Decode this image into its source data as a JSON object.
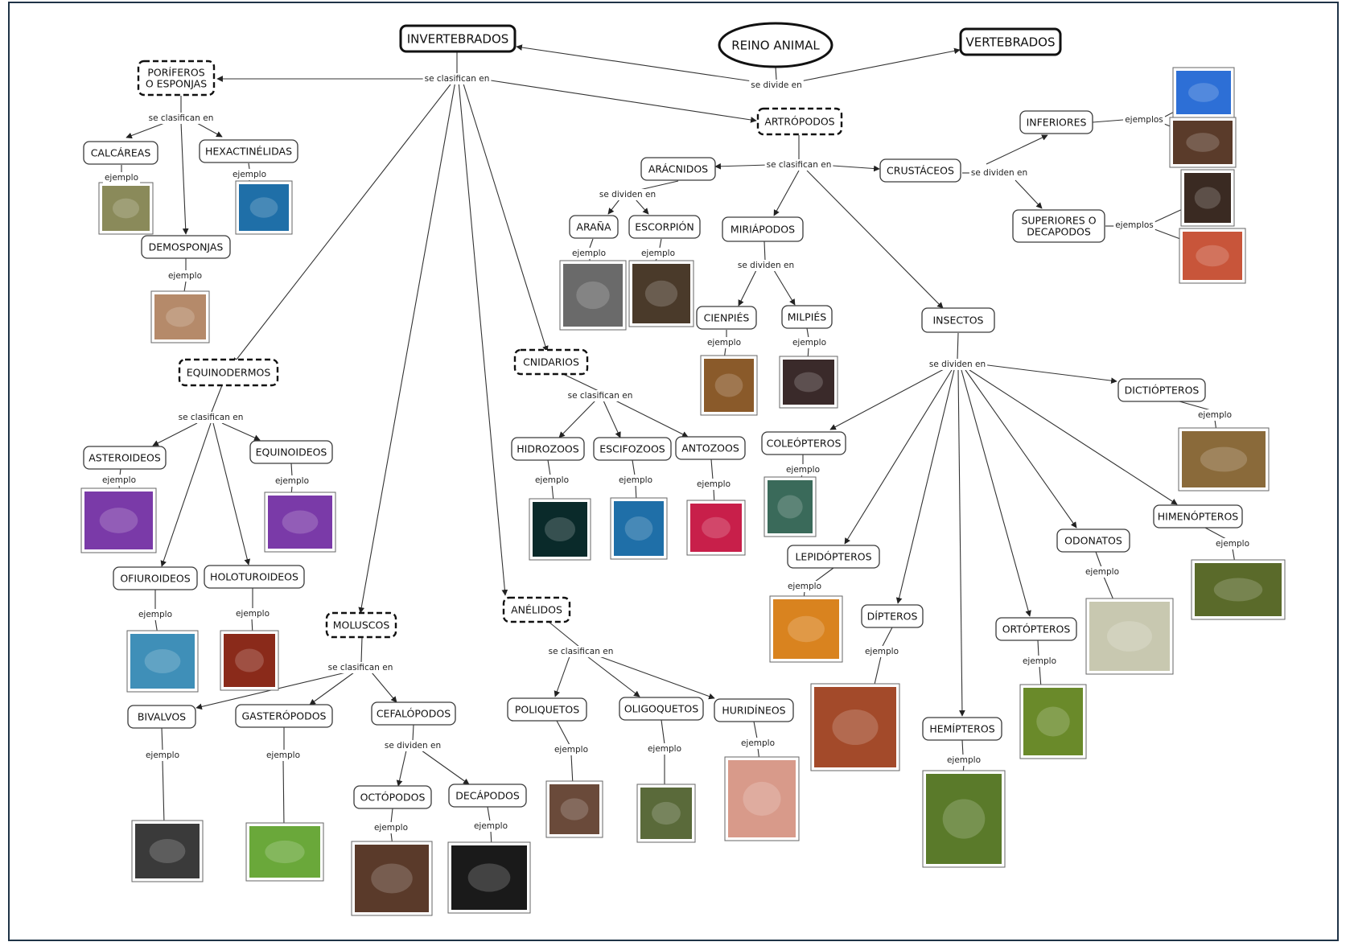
{
  "diagram": {
    "nodes": [
      {
        "id": "reino",
        "label": "REINO ANIMAL",
        "style": "ellipse"
      },
      {
        "id": "invert",
        "label": "INVERTEBRADOS",
        "style": "bold"
      },
      {
        "id": "vert",
        "label": "VERTEBRADOS",
        "style": "bold"
      },
      {
        "id": "porif",
        "label": "PORÍFEROS\nO ESPONJAS",
        "style": "dash"
      },
      {
        "id": "calc",
        "label": "CALCÁREAS",
        "style": "box"
      },
      {
        "id": "hexa",
        "label": "HEXACTINÉLIDAS",
        "style": "box"
      },
      {
        "id": "demo",
        "label": "DEMOSPONJAS",
        "style": "box"
      },
      {
        "id": "artro",
        "label": "ARTRÓPODOS",
        "style": "dash"
      },
      {
        "id": "arac",
        "label": "ARÁCNIDOS",
        "style": "box"
      },
      {
        "id": "crus",
        "label": "CRUSTÁCEOS",
        "style": "box"
      },
      {
        "id": "infer",
        "label": "INFERIORES",
        "style": "box"
      },
      {
        "id": "super",
        "label": "SUPERIORES O\nDECAPODOS",
        "style": "box"
      },
      {
        "id": "arana",
        "label": "ARAÑA",
        "style": "box"
      },
      {
        "id": "escor",
        "label": "ESCORPIÓN",
        "style": "box"
      },
      {
        "id": "miria",
        "label": "MIRIÁPODOS",
        "style": "box"
      },
      {
        "id": "cien",
        "label": "CIENPIÉS",
        "style": "box"
      },
      {
        "id": "mil",
        "label": "MILPIÉS",
        "style": "box"
      },
      {
        "id": "insec",
        "label": "INSECTOS",
        "style": "box"
      },
      {
        "id": "dict",
        "label": "DICTIÓPTEROS",
        "style": "box"
      },
      {
        "id": "coleo",
        "label": "COLEÓPTEROS",
        "style": "box"
      },
      {
        "id": "lepi",
        "label": "LEPIDÓPTEROS",
        "style": "box"
      },
      {
        "id": "dipt",
        "label": "DÍPTEROS",
        "style": "box"
      },
      {
        "id": "hemi",
        "label": "HEMÍPTEROS",
        "style": "box"
      },
      {
        "id": "orto",
        "label": "ORTÓPTEROS",
        "style": "box"
      },
      {
        "id": "odon",
        "label": "ODONATOS",
        "style": "box"
      },
      {
        "id": "himen",
        "label": "HIMENÓPTEROS",
        "style": "box"
      },
      {
        "id": "equino",
        "label": "EQUINODERMOS",
        "style": "dash"
      },
      {
        "id": "aster",
        "label": "ASTEROIDEOS",
        "style": "box"
      },
      {
        "id": "equinoi",
        "label": "EQUINOIDEOS",
        "style": "box"
      },
      {
        "id": "ofiu",
        "label": "OFIUROIDEOS",
        "style": "box"
      },
      {
        "id": "holo",
        "label": "HOLOTUROIDEOS",
        "style": "box"
      },
      {
        "id": "cnid",
        "label": "CNIDARIOS",
        "style": "dash"
      },
      {
        "id": "hidro",
        "label": "HIDROZOOS",
        "style": "box"
      },
      {
        "id": "escifo",
        "label": "ESCIFOZOOS",
        "style": "box"
      },
      {
        "id": "anto",
        "label": "ANTOZOOS",
        "style": "box"
      },
      {
        "id": "molus",
        "label": "MOLUSCOS",
        "style": "dash"
      },
      {
        "id": "bival",
        "label": "BIVALVOS",
        "style": "box"
      },
      {
        "id": "gaster",
        "label": "GASTERÓPODOS",
        "style": "box"
      },
      {
        "id": "cefal",
        "label": "CEFALÓPODOS",
        "style": "box"
      },
      {
        "id": "octo",
        "label": "OCTÓPODOS",
        "style": "box"
      },
      {
        "id": "decap",
        "label": "DECÁPODOS",
        "style": "box"
      },
      {
        "id": "aneli",
        "label": "ANÉLIDOS",
        "style": "dash"
      },
      {
        "id": "poli",
        "label": "POLIQUETOS",
        "style": "box"
      },
      {
        "id": "oligo",
        "label": "OLIGOQUETOS",
        "style": "box"
      },
      {
        "id": "huri",
        "label": "HURIDÍNEOS",
        "style": "box"
      }
    ],
    "link_labels": [
      {
        "id": "l_reino",
        "text": "se divide en"
      },
      {
        "id": "l_invert",
        "text": "se clasifican en"
      },
      {
        "id": "l_porif",
        "text": "se clasifican en"
      },
      {
        "id": "l_calc",
        "text": "ejemplo"
      },
      {
        "id": "l_hexa",
        "text": "ejemplo"
      },
      {
        "id": "l_demo",
        "text": "ejemplo"
      },
      {
        "id": "l_artro",
        "text": "se clasifican en"
      },
      {
        "id": "l_arac",
        "text": "se dividen en"
      },
      {
        "id": "l_crus",
        "text": "se dividen en"
      },
      {
        "id": "l_infer",
        "text": "ejemplos"
      },
      {
        "id": "l_super",
        "text": "ejemplos"
      },
      {
        "id": "l_arana",
        "text": "ejemplo"
      },
      {
        "id": "l_escor",
        "text": "ejemplo"
      },
      {
        "id": "l_miria",
        "text": "se dividen en"
      },
      {
        "id": "l_cien",
        "text": "ejemplo"
      },
      {
        "id": "l_mil",
        "text": "ejemplo"
      },
      {
        "id": "l_insec",
        "text": "se dividen en"
      },
      {
        "id": "l_dict",
        "text": "ejemplo"
      },
      {
        "id": "l_coleo",
        "text": "ejemplo"
      },
      {
        "id": "l_lepi",
        "text": "ejemplo"
      },
      {
        "id": "l_dipt",
        "text": "ejemplo"
      },
      {
        "id": "l_hemi",
        "text": "ejemplo"
      },
      {
        "id": "l_orto",
        "text": "ejemplo"
      },
      {
        "id": "l_odon",
        "text": "ejemplo"
      },
      {
        "id": "l_himen",
        "text": "ejemplo"
      },
      {
        "id": "l_equino",
        "text": "se clasifican en"
      },
      {
        "id": "l_aster",
        "text": "ejemplo"
      },
      {
        "id": "l_equinoi",
        "text": "ejemplo"
      },
      {
        "id": "l_ofiu",
        "text": "ejemplo"
      },
      {
        "id": "l_holo",
        "text": "ejemplo"
      },
      {
        "id": "l_cnid",
        "text": "se clasifican en"
      },
      {
        "id": "l_hidro",
        "text": "ejemplo"
      },
      {
        "id": "l_escifo",
        "text": "ejemplo"
      },
      {
        "id": "l_anto",
        "text": "ejemplo"
      },
      {
        "id": "l_molus",
        "text": "se clasifican en"
      },
      {
        "id": "l_bival",
        "text": "ejemplo"
      },
      {
        "id": "l_gaster",
        "text": "ejemplo"
      },
      {
        "id": "l_cefal",
        "text": "se dividen en"
      },
      {
        "id": "l_octo",
        "text": "ejemplo"
      },
      {
        "id": "l_decap",
        "text": "ejemplo"
      },
      {
        "id": "l_aneli",
        "text": "se clasifican en"
      },
      {
        "id": "l_poli",
        "text": "ejemplo"
      },
      {
        "id": "l_oligo",
        "text": "ejemplo"
      },
      {
        "id": "l_huri",
        "text": "ejemplo"
      }
    ],
    "photo_colors": {
      "plankton": "#2d6fd6",
      "tarantula_small": "#5a3b2a",
      "lobster": "#3a2a22",
      "crab": "#c8553a",
      "sponge_calc": "#8a8a5a",
      "sponge_hexa": "#1f6fa8",
      "sponge_demo": "#b58a6a",
      "spider": "#6a6a6a",
      "scorpion": "#4a3a2a",
      "centipede": "#8a5a2a",
      "millipede": "#3a2a2a",
      "cockroach": "#8a6a3a",
      "beetle": "#3a6a5a",
      "butterfly": "#d9831f",
      "fly": "#a34a2a",
      "bug": "#5a7a2a",
      "grasshopper": "#6a8a2a",
      "dragonfly": "#c8c8b0",
      "bee": "#5a6a2a",
      "starfish_red": "#7a3aa8",
      "urchin": "#7a3aa8",
      "brittlestar": "#3f8fb8",
      "seacucumber": "#8a2a1a",
      "hydra": "#0a2a2a",
      "jellyfish": "#1f6fa8",
      "anemone": "#c81f4a",
      "mussel": "#3a3a3a",
      "snail": "#6aa83a",
      "octopus": "#5a3a2a",
      "cuttlefish": "#1a1a1a",
      "polychaete": "#6a4a3a",
      "earthworm": "#5a6a3a",
      "leech": "#d89a8a"
    }
  }
}
